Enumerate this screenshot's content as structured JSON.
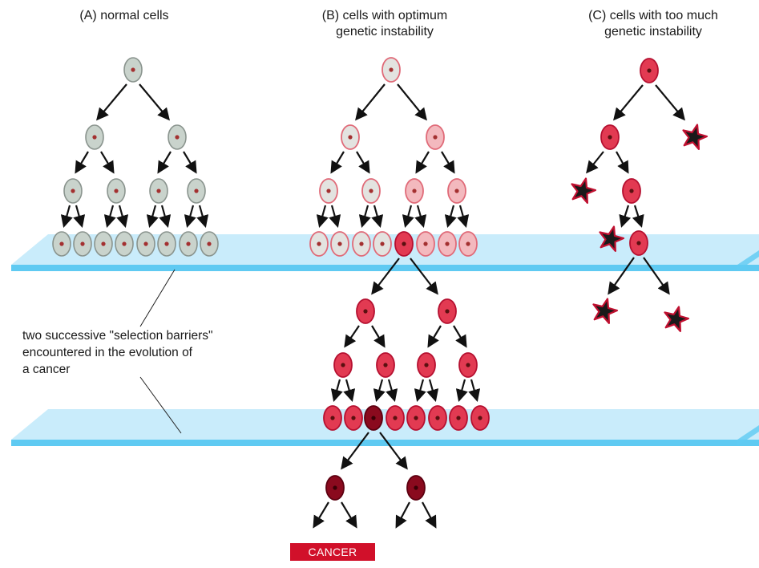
{
  "panels": {
    "a": {
      "label": [
        "(A) normal cells"
      ]
    },
    "b": {
      "label": [
        "(B) cells with optimum",
        "genetic instability"
      ]
    },
    "c": {
      "label": [
        "(C) cells with too much",
        "genetic instability"
      ]
    }
  },
  "barrier_label": [
    "two successive \"selection barriers\"",
    "encountered in the evolution of",
    "a cancer"
  ],
  "outcome_label": "CANCER",
  "colors": {
    "normal_cell": "#c9d3cc",
    "normal_cell_border": "#8a948e",
    "light_pink_cell": "#f3b9be",
    "pink_cell_border": "#e06a78",
    "red_cell": "#e23a52",
    "red_cell_border": "#b51030",
    "dark_red_cell": "#8a0a1e",
    "nucleus": "#a33030",
    "barrier_fill": "#c9ecfb",
    "barrier_edge": "#5fcaf2",
    "dead_cell": "#1a1a1a",
    "dead_cell_border": "#c01030",
    "cancer_box": "#d1102a"
  }
}
